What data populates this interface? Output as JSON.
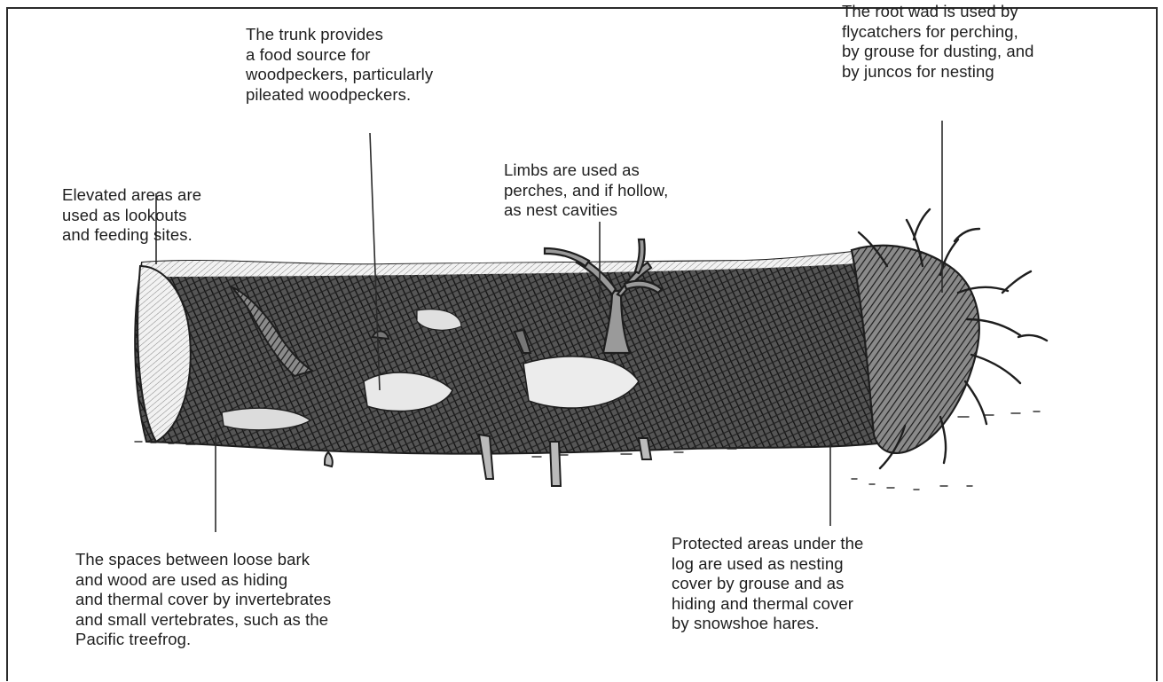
{
  "annotations": {
    "trunk": "The trunk provides\na food source for\nwoodpeckers, particularly\npileated woodpeckers.",
    "root_wad": "The root wad is used by\nflycatchers for perching,\nby grouse for dusting, and\nby juncos for nesting",
    "limbs": "Limbs are used as\nperches, and if hollow,\nas nest cavities",
    "elevated": "Elevated areas are\nused as lookouts\nand feeding sites.",
    "loose_bark": "The spaces between loose bark\nand wood are used as hiding\nand thermal cover by invertebrates\nand small vertebrates, such as the\nPacific treefrog.",
    "protected": "Protected areas under the\nlog are used as nesting\ncover by grouse and as\nhiding and thermal cover\nby snowshoe hares."
  },
  "colors": {
    "ink": "#1e1e1e",
    "log_fill": "#6a6a6a",
    "log_dark": "#262626",
    "background": "#ffffff"
  },
  "illustration": {
    "subject": "fallen-log",
    "style": "pen-and-ink-hatching"
  }
}
